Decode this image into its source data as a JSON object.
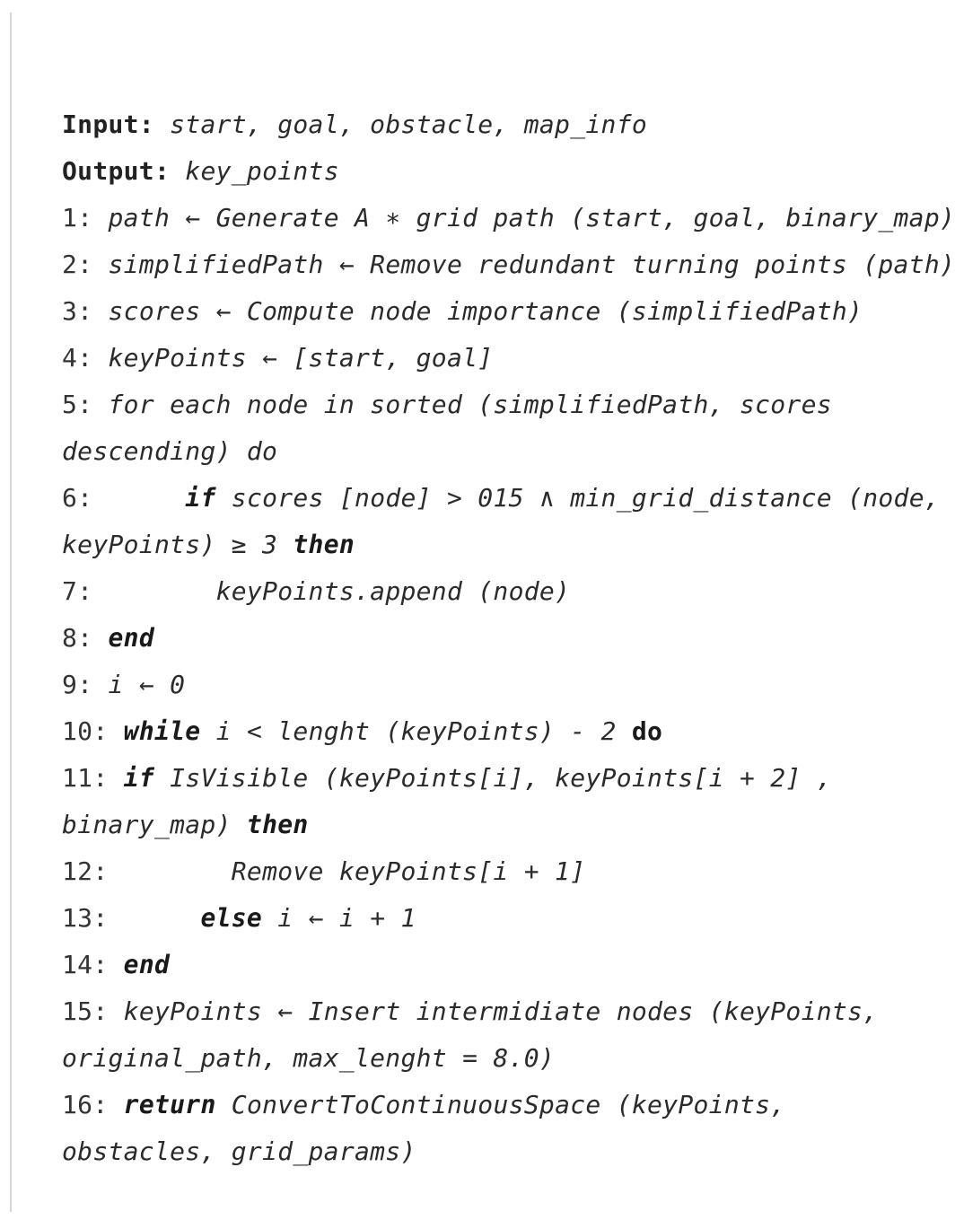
{
  "algorithm": {
    "input_label": "Input:",
    "input_value": "start, goal, obstacle, map_info",
    "output_label": "Output:",
    "output_value": "key_points",
    "lines": [
      {
        "n": "1:",
        "a": "path ← Generate A ∗ grid path (start, goal, binary_map)"
      },
      {
        "n": "2:",
        "a": "simplifiedPath ← Remove redundant turning points (path)"
      },
      {
        "n": "3:",
        "a": "scores ← Compute node importance (simplifiedPath)"
      },
      {
        "n": "4:",
        "a": "keyPoints ← [start, goal]"
      },
      {
        "n": "5:",
        "a": "for each node in sorted (simplifiedPath, scores"
      },
      {
        "n": "",
        "a": "descending) do"
      },
      {
        "n": "6:",
        "kw": "if",
        "a": "scores [node] > 015 ∧ min_grid_distance (node,"
      },
      {
        "n": "",
        "a": "keyPoints) ≥ 3",
        "kw2": "then"
      },
      {
        "n": "7:",
        "a": "keyPoints.append (node)"
      },
      {
        "n": "8:",
        "kw": "end"
      },
      {
        "n": "9:",
        "a": "i ← 0"
      },
      {
        "n": "10:",
        "kw": "while",
        "a": "i < lenght (keyPoints) - 2",
        "kwb": "do"
      },
      {
        "n": "11:",
        "kw": "if",
        "a": "IsVisible (keyPoints[i], keyPoints[i + 2] ,"
      },
      {
        "n": "",
        "a": "binary_map)",
        "kw2": "then"
      },
      {
        "n": "12:",
        "a": "Remove keyPoints[i + 1]"
      },
      {
        "n": "13:",
        "kw": "else",
        "a": "i ← i + 1"
      },
      {
        "n": "14:",
        "kw": "end"
      },
      {
        "n": "15:",
        "a": "keyPoints ← Insert intermidiate nodes (keyPoints,"
      },
      {
        "n": "",
        "a": "original_path, max_lenght = 8.0)"
      },
      {
        "n": "16:",
        "kw": "return",
        "a": "ConvertToContinuousSpace (keyPoints,"
      },
      {
        "n": "",
        "a": "obstacles, grid_params)"
      }
    ]
  }
}
